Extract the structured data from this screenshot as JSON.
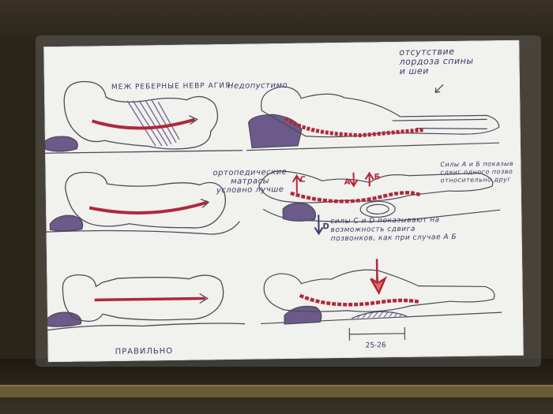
{
  "labels": {
    "top_right": [
      "отсутствие",
      "лордоза спины",
      "и шеи"
    ],
    "row1_left": "МЕЖ РЕБЕРНЫЕ НЕВР АГИЯ",
    "row1_mid": "Недопустимо",
    "row2_left": [
      "ортопедические",
      "матрасы",
      "условно лучше"
    ],
    "row2_forces": [
      "Силы А и Б показыв",
      "сдвиг одного позво",
      "относительно друг"
    ],
    "row2_cd": [
      "силы С и D показывают на",
      "возможность сдвига",
      "позвонков, как при случае А Б"
    ],
    "row3_left": "ПРАВИЛЬНО",
    "measure": "25-26",
    "letters": {
      "a": "А",
      "b": "Б",
      "c": "С",
      "d": "D"
    }
  },
  "colors": {
    "spine": "#b0283a",
    "ink": "#4a4a5a",
    "pillow": "#6b5a8a",
    "text": "#3b3a6a"
  }
}
